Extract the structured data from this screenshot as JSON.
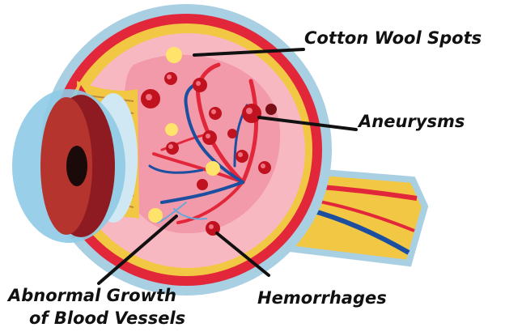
{
  "labels": {
    "cotton_wool_spots": "Cotton Wool Spots",
    "aneurysms": "Aneurysms",
    "abnormal_growth_line1": "Abnormal Growth",
    "abnormal_growth_line2": "of Blood Vessels",
    "hemorrhages": "Hemorrhages"
  },
  "colors": {
    "sclera": "#a9cfe2",
    "choroid_red": "#e3273a",
    "retina_yellow": "#f2c744",
    "vitreous_pink": "#f7b8c2",
    "fundus_pink": "#f29aaa",
    "cornea_blue": "#8ecae6",
    "iris_dark": "#8f1b22",
    "artery": "#e3273a",
    "vein": "#1d4fa1",
    "exudate": "#ffe36a",
    "optic_nerve": "#e9b94e",
    "leader_line": "#111111"
  }
}
